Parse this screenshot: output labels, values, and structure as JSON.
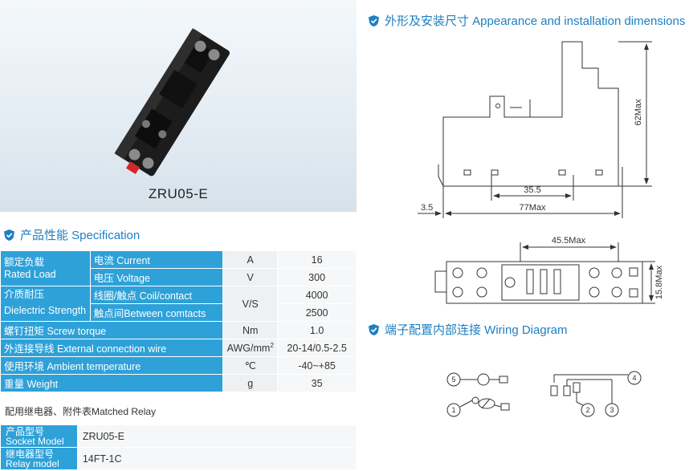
{
  "product": {
    "name": "ZRU05-E"
  },
  "headings": {
    "dimensions": "外形及安装尺寸 Appearance and installation dimensions",
    "specification": "产品性能 Specification",
    "wiring": "端子配置内部连接 Wiring Diagram"
  },
  "dimensions": {
    "height": "62Max",
    "base": "35.5",
    "length": "77Max",
    "offset": "3.5",
    "top_width": "45.5Max",
    "thickness": "15.8Max"
  },
  "spec": {
    "rated_load": "额定负载\nRated Load",
    "current_label": "电流 Current",
    "current_unit": "A",
    "current_value": "16",
    "voltage_label": "电压 Voltage",
    "voltage_unit": "V",
    "voltage_value": "300",
    "dielectric_cn": "介质耐压",
    "dielectric_en": "Dielectric Strength",
    "coil_label": "线圈/触点 Coil/contact",
    "vs_unit": "V/S",
    "coil_value": "4000",
    "between_label": "触点间Between comtacts",
    "between_value": "2500",
    "torque_label": "螺钉扭矩 Screw torque",
    "torque_unit": "Nm",
    "torque_value": "1.0",
    "wire_label": "外连接导线 External connection wire",
    "wire_unit": "AWG/mm",
    "wire_sup": "2",
    "wire_value": "20-14/0.5-2.5",
    "ambient_label": "使用环境 Ambient temperature",
    "ambient_unit": "℃",
    "ambient_value": "-40~+85",
    "weight_label": "重量 Weight",
    "weight_unit": "g",
    "weight_value": "35"
  },
  "matched": {
    "title": "配用继电器、附件表Matched Relay",
    "socket_cn": "产品型号",
    "socket_en": "Socket Model",
    "socket_value": "ZRU05-E",
    "relay_cn": "继电器型号",
    "relay_en": "Relay model",
    "relay_value": "14FT-1C"
  },
  "wiring": {
    "t1": "1",
    "t2": "2",
    "t3": "3",
    "t4": "4",
    "t5": "5"
  },
  "colors": {
    "accent": "#1e7fc2",
    "table_blue": "#2ea1d8"
  }
}
